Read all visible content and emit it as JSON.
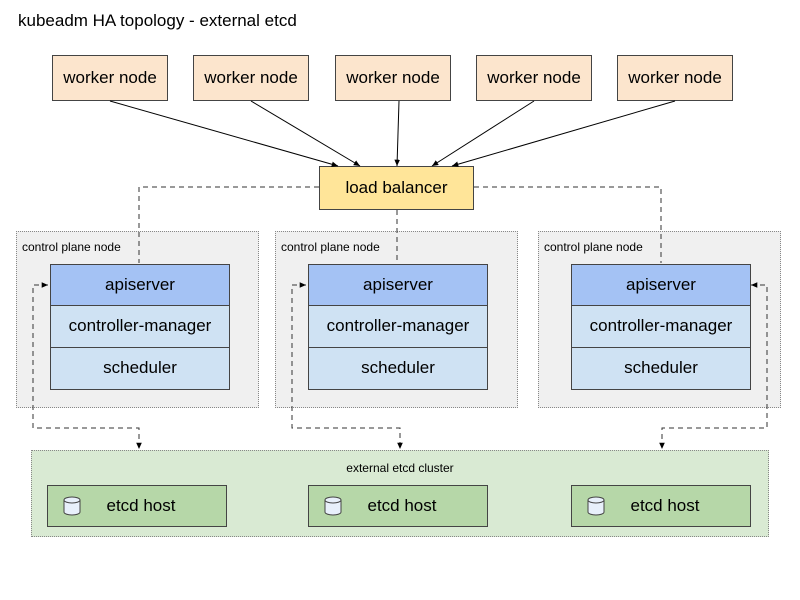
{
  "title": "kubeadm HA topology - external etcd",
  "workers": [
    {
      "label": "worker node"
    },
    {
      "label": "worker node"
    },
    {
      "label": "worker node"
    },
    {
      "label": "worker node"
    },
    {
      "label": "worker node"
    }
  ],
  "load_balancer": {
    "label": "load balancer"
  },
  "control_plane_nodes": [
    {
      "label": "control plane node",
      "components": [
        "apiserver",
        "controller-manager",
        "scheduler"
      ]
    },
    {
      "label": "control plane node",
      "components": [
        "apiserver",
        "controller-manager",
        "scheduler"
      ]
    },
    {
      "label": "control plane node",
      "components": [
        "apiserver",
        "controller-manager",
        "scheduler"
      ]
    }
  ],
  "etcd_cluster": {
    "label": "external etcd cluster",
    "hosts": [
      {
        "label": "etcd host",
        "icon": "database-icon"
      },
      {
        "label": "etcd host",
        "icon": "database-icon"
      },
      {
        "label": "etcd host",
        "icon": "database-icon"
      }
    ]
  },
  "colors": {
    "worker": "#fce5cd",
    "load_balancer": "#ffe599",
    "control_plane_bg": "#f0f0f0",
    "apiserver": "#a4c2f4",
    "component": "#cfe2f3",
    "etcd_cluster": "#d9ead3",
    "etcd_host": "#b6d7a8"
  }
}
